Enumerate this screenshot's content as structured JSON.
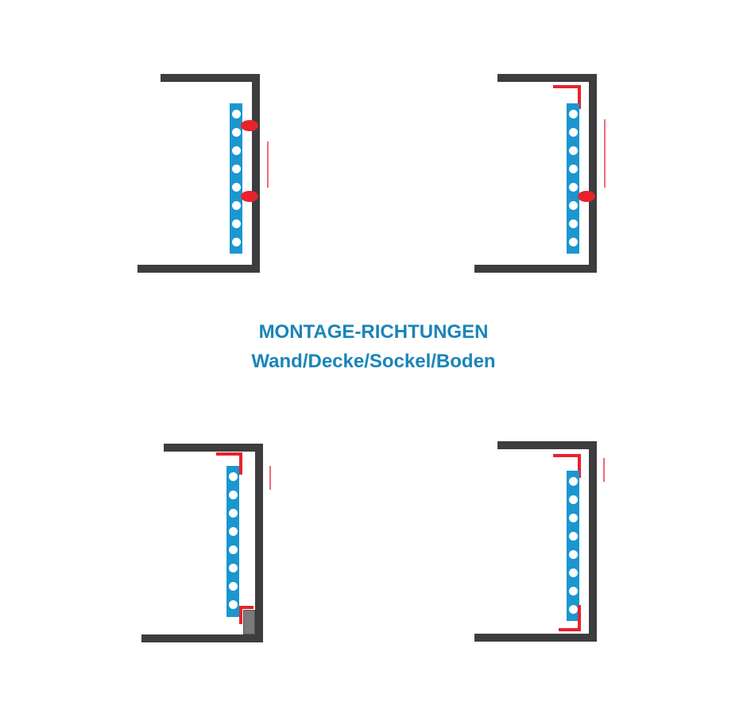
{
  "title": {
    "line1": "MONTAGE-RICHTUNGEN",
    "line2": "Wand/Decke/Sockel/Boden"
  },
  "colors": {
    "wall": "#3d3d3f",
    "led_strip": "#1b96cf",
    "led": "#ffffff",
    "mount": "#e8222b",
    "light_indicator": "#f06a73",
    "plinth": "#7a7a7c",
    "title_text": "#1a85b8"
  },
  "diagrams": [
    {
      "id": "top-left",
      "mount_type": "clips",
      "led_count": 8,
      "clip_count": 2
    },
    {
      "id": "top-right",
      "mount_type": "bracket-top-plus-clip",
      "led_count": 8,
      "clip_count": 1
    },
    {
      "id": "bottom-left",
      "mount_type": "bracket-top-plus-plinth-bracket",
      "led_count": 8
    },
    {
      "id": "bottom-right",
      "mount_type": "bracket-top-and-bottom",
      "led_count": 8
    }
  ]
}
